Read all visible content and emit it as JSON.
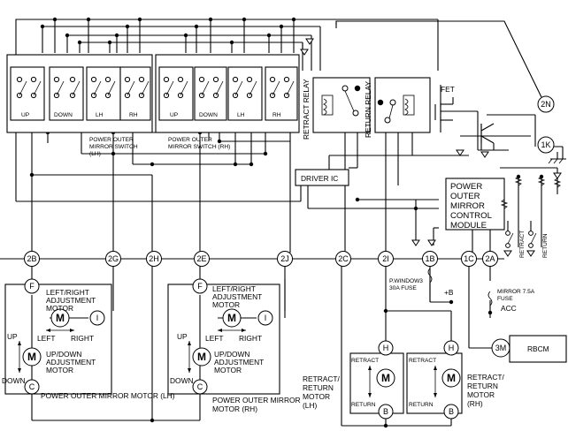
{
  "colors": {
    "line": "#000000",
    "background": "#ffffff"
  },
  "connectors": [
    "2B",
    "2G",
    "2H",
    "2E",
    "2J",
    "2C",
    "2I",
    "1B",
    "1C",
    "2A",
    "2N",
    "1K"
  ],
  "motor_terminals": {
    "F": "F",
    "I": "I",
    "C": "C",
    "H": "H",
    "B": "B",
    "M": "M"
  },
  "switch_lh": {
    "positions": [
      "UP",
      "DOWN",
      "LH",
      "RH"
    ],
    "label": [
      "POWER OUTER",
      "MIRROR SWITCH",
      "(LH)"
    ]
  },
  "switch_rh": {
    "positions": [
      "UP",
      "DOWN",
      "LH",
      "RH"
    ],
    "label": [
      "POWER OUTER",
      "MIRROR SWITCH (RH)"
    ]
  },
  "relays": {
    "retract": "RETRACT RELAY",
    "return": "RETURN RELAY"
  },
  "fet": "FET",
  "driver_ic": "DRIVER IC",
  "module": [
    "POWER",
    "OUTER",
    "MIRROR",
    "CONTROL",
    "MODULE"
  ],
  "module_switches": {
    "retract": "RETRACT",
    "return": "RETURN"
  },
  "fuse_pw": [
    "P.WINDOW3",
    "30A FUSE"
  ],
  "plus_b": "+B",
  "fuse_mirror": [
    "MIRROR 7.5A",
    "FUSE"
  ],
  "acc": "ACC",
  "rbcm": "RBCM",
  "motor_lh": {
    "lr_motor": [
      "LEFT/RIGHT",
      "ADJUSTMENT",
      "MOTOR"
    ],
    "ud_motor": [
      "UP/DOWN",
      "ADJUSTMENT",
      "MOTOR"
    ],
    "left": "LEFT",
    "right": "RIGHT",
    "up": "UP",
    "down": "DOWN",
    "label": "POWER OUTER MIRROR MOTOR (LH)"
  },
  "motor_rh": {
    "lr_motor": [
      "LEFT/RIGHT",
      "ADJUSTMENT",
      "MOTOR"
    ],
    "ud_motor": [
      "UP/DOWN",
      "ADJUSTMENT",
      "MOTOR"
    ],
    "left": "LEFT",
    "right": "RIGHT",
    "up": "UP",
    "down": "DOWN",
    "label": [
      "POWER OUTER MIRROR",
      "MOTOR (RH)"
    ]
  },
  "retract_motor_lh": {
    "retract": "RETRACT",
    "return": "RETURN",
    "label": [
      "RETRACT/",
      "RETURN",
      "MOTOR",
      "(LH)"
    ]
  },
  "retract_motor_rh": {
    "retract": "RETRACT",
    "return": "RETURN",
    "label": [
      "RETRACT/",
      "RETURN",
      "MOTOR",
      "(RH)"
    ]
  }
}
